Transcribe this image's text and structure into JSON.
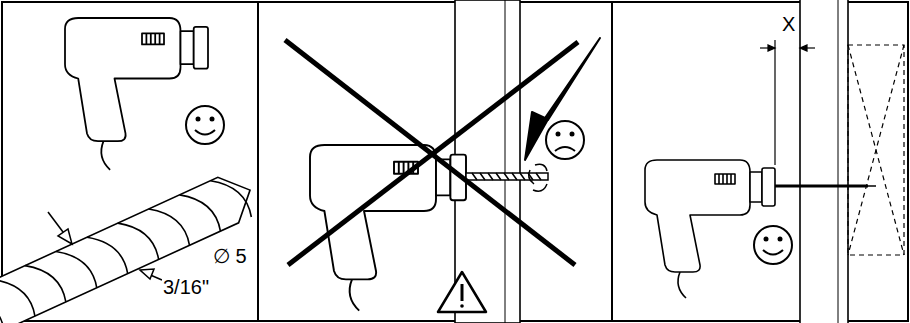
{
  "diagram": {
    "labels": [
      "∅ 5",
      "3/16\"",
      "X"
    ]
  }
}
